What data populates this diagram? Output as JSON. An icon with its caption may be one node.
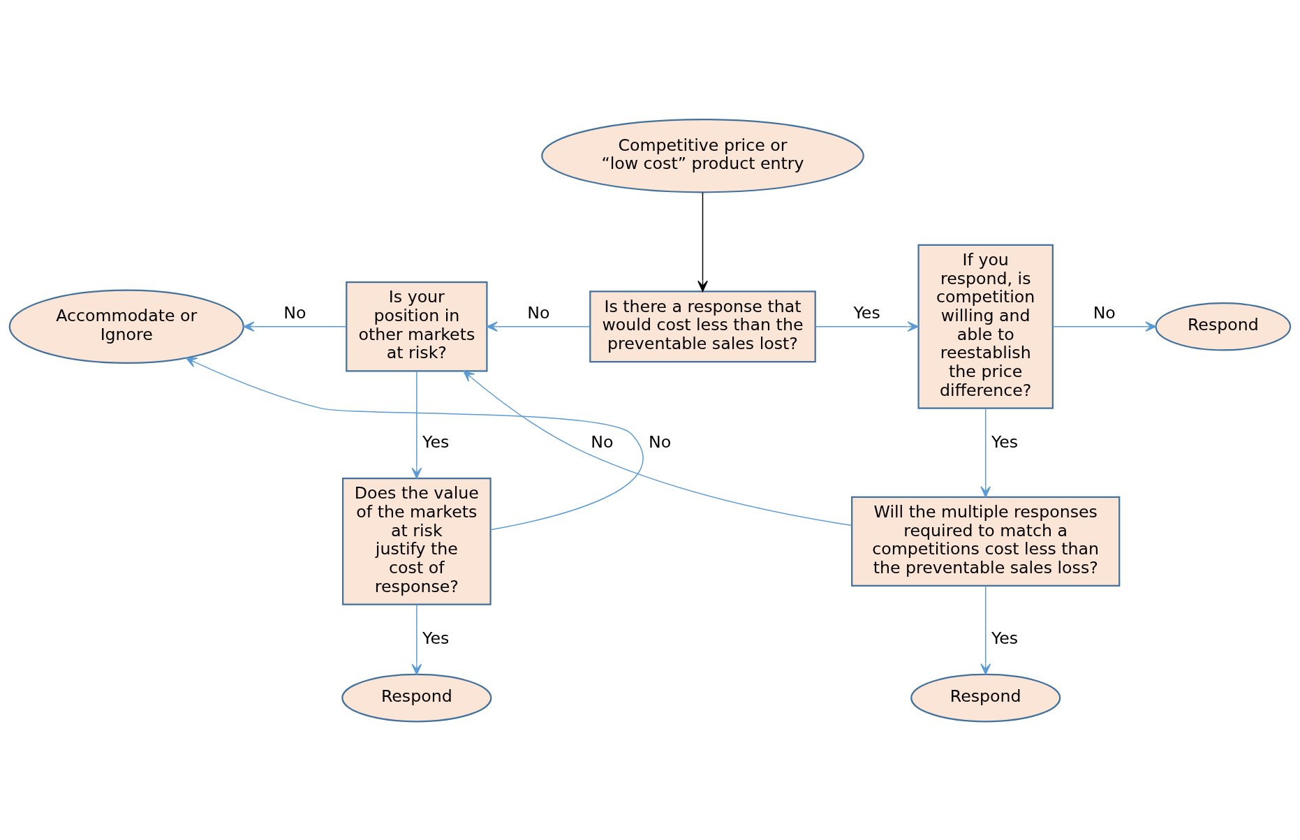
{
  "diagram": {
    "nodes": [
      {
        "text": [
          "Competitive price or “low cost” product entry"
        ]
      },
      {
        "text": [
          "Accommodate or Ignore"
        ]
      },
      {
        "text": [
          "Is your position in other markets at risk?"
        ]
      },
      {
        "text": [
          "Is there a response that would cost less than the preventable sales lost?"
        ]
      },
      {
        "text": [
          "If you respond, is competition willing and able to reestablish the price difference?"
        ]
      },
      {
        "text": [
          "Respond"
        ]
      },
      {
        "text": [
          "Does the value of the markets at risk justify the cost of response?"
        ]
      },
      {
        "text": [
          "Will the multiple responses required to match a competitions cost less than the preventable sales loss?"
        ]
      },
      {
        "text": [
          "Respond"
        ]
      },
      {
        "text": [
          "Respond"
        ]
      }
    ],
    "edges": [
      {
        "from": 0,
        "to": 3,
        "arrow": "to",
        "color": "#000000"
      },
      {
        "from": 2,
        "to": 1,
        "arrow": "to",
        "label": "No"
      },
      {
        "from": 2,
        "to": 6,
        "arrow": "to",
        "label": "Yes"
      },
      {
        "from": 3,
        "to": 2,
        "arrow": "to",
        "label": "No"
      },
      {
        "from": 3,
        "to": 4,
        "arrow": "to",
        "label": "Yes"
      },
      {
        "from": 4,
        "to": 5,
        "arrow": "to",
        "label": "No"
      },
      {
        "from": 4,
        "to": 7,
        "arrow": "to",
        "label": "Yes"
      },
      {
        "from": 6,
        "to": 1,
        "arrow": "to",
        "label": "No"
      },
      {
        "from": 6,
        "to": 8,
        "arrow": "to",
        "label": "Yes"
      },
      {
        "from": 7,
        "to": 2,
        "arrow": "to",
        "label": "No"
      },
      {
        "from": 7,
        "to": 9,
        "arrow": "to",
        "label": "Yes"
      }
    ]
  }
}
